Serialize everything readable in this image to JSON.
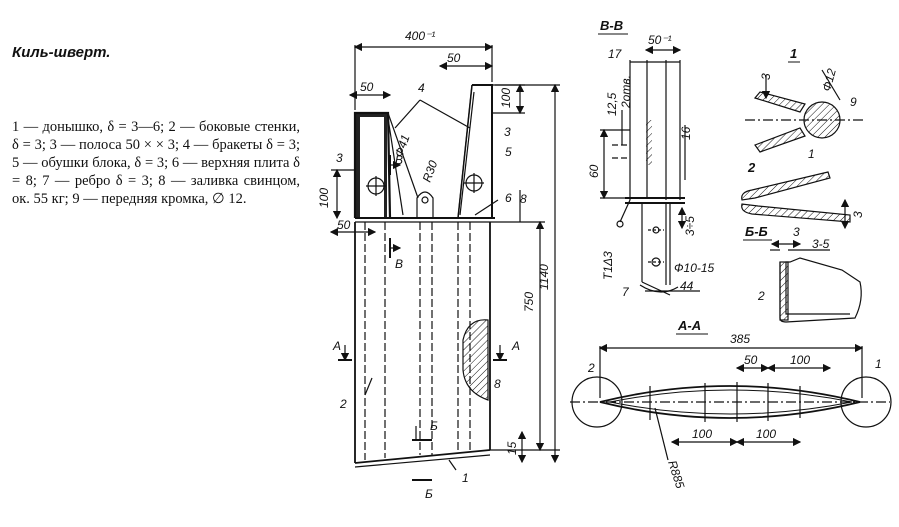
{
  "title": "Киль-шверт.",
  "legend": "1 — донышко, δ = 3—6; 2 — боковые стенки, δ = 3; 3 — полоса 50 × × 3; 4 — бракеты δ = 3; 5 — обушки блока, δ = 3; 6 — верхняя плита δ = 8; 7 — ребро δ = 3; 8 — заливка свинцом, ок. 55 кг; 9 — передняя кромка, ∅ 12.",
  "main": {
    "dim_top": "400⁻¹",
    "dim_50_left": "50",
    "dim_50_right": "50",
    "dim_100_right": "100",
    "dim_100_left": "100",
    "dim_50_low": "50",
    "dim_8": "8",
    "dim_750": "750",
    "dim_1140": "1140",
    "dim_15": "15",
    "phi": "Ф41",
    "r30": "R30",
    "sect_B": "В",
    "sect_A": "А",
    "sect_Bb": "Б",
    "n1": "1",
    "n2": "2",
    "n3a": "3",
    "n3b": "3",
    "n4": "4",
    "n5": "5",
    "n6": "6",
    "n8": "8"
  },
  "section_vv": {
    "title": "В-В",
    "dim_50": "50⁻¹",
    "dim_17": "17",
    "dim_125": "12,5",
    "holes": "2отв.",
    "dim_16": "16",
    "dim_60": "60",
    "weld": "Т1Δ3",
    "dim_35": "3÷5",
    "phi_range": "Ф10-15",
    "dim_44": "44",
    "n7": "7"
  },
  "detail_1": {
    "title": "1",
    "dim_3": "3",
    "phi": "Ф12",
    "n9": "9",
    "n1": "1"
  },
  "detail_2": {
    "title": "2",
    "dim_3": "3"
  },
  "section_bb": {
    "title": "Б-Б",
    "dim_3": "3",
    "dim_35": "3-5",
    "n2": "2"
  },
  "section_aa": {
    "title": "А-А",
    "dim_385": "385",
    "dim_50": "50",
    "dim_100_top": "100",
    "dim_100_a": "100",
    "dim_100_b": "100",
    "r885": "R885",
    "n1": "1",
    "n2": "2"
  }
}
